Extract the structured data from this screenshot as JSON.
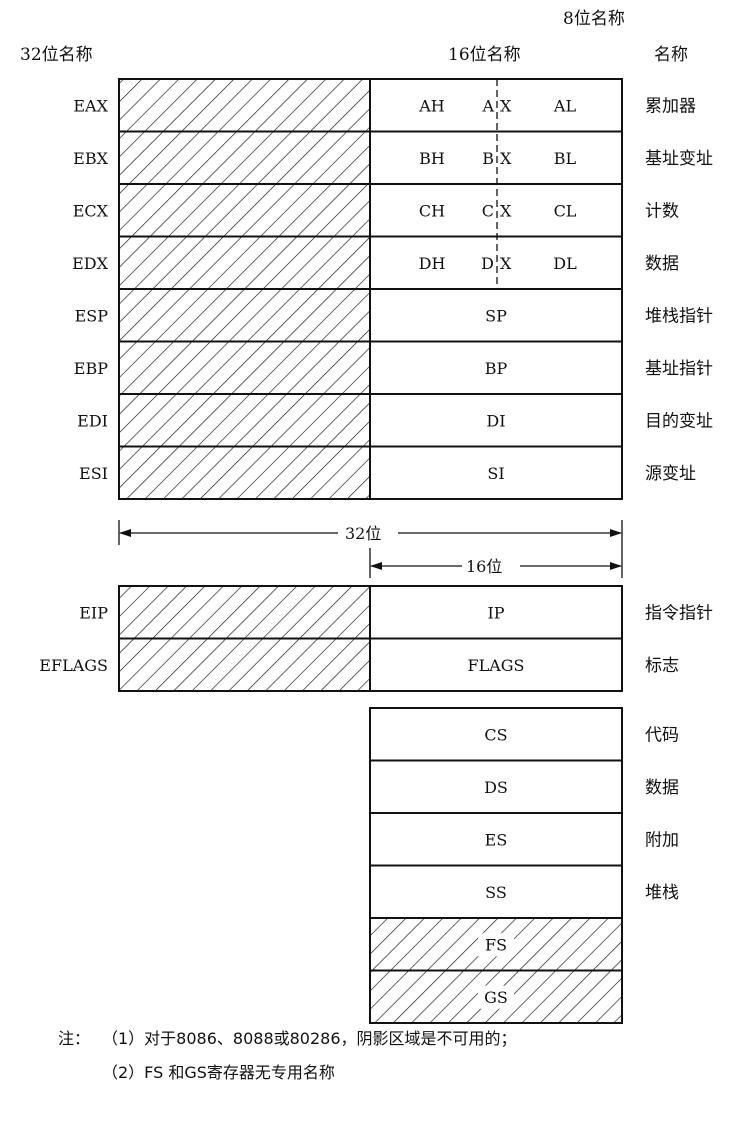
{
  "headers": {
    "name8": "8位名称",
    "name32": "32位名称",
    "name16": "16位名称",
    "name": "名称"
  },
  "general": [
    {
      "name32": "EAX",
      "high": "AH",
      "x16": "A",
      "xs": "X",
      "low": "AL",
      "cn": "累加器"
    },
    {
      "name32": "EBX",
      "high": "BH",
      "x16": "B",
      "xs": "X",
      "low": "BL",
      "cn": "基址变址"
    },
    {
      "name32": "ECX",
      "high": "CH",
      "x16": "C",
      "xs": "X",
      "low": "CL",
      "cn": "计数"
    },
    {
      "name32": "EDX",
      "high": "DH",
      "x16": "D",
      "xs": "X",
      "low": "DL",
      "cn": "数据"
    }
  ],
  "pointer": [
    {
      "name32": "ESP",
      "name16": "SP",
      "cn": "堆栈指针"
    },
    {
      "name32": "EBP",
      "name16": "BP",
      "cn": "基址指针"
    },
    {
      "name32": "EDI",
      "name16": "DI",
      "cn": "目的变址"
    },
    {
      "name32": "ESI",
      "name16": "SI",
      "cn": "源变址"
    }
  ],
  "dims": {
    "w32": "32位",
    "w16": "16位"
  },
  "control": [
    {
      "name32": "EIP",
      "name16": "IP",
      "cn": "指令指针"
    },
    {
      "name32": "EFLAGS",
      "name16": "FLAGS",
      "cn": "标志"
    }
  ],
  "segment": [
    {
      "name16": "CS",
      "cn": "代码",
      "shaded": false
    },
    {
      "name16": "DS",
      "cn": "数据",
      "shaded": false
    },
    {
      "name16": "ES",
      "cn": "附加",
      "shaded": false
    },
    {
      "name16": "SS",
      "cn": "堆栈",
      "shaded": false
    },
    {
      "name16": "FS",
      "cn": "",
      "shaded": true
    },
    {
      "name16": "GS",
      "cn": "",
      "shaded": true
    }
  ],
  "notes": {
    "label": "注：",
    "line1": "（1）对于8086、8088或80286，阴影区域是不可用的；",
    "line2": "（2）FS 和GS寄存器无专用名称"
  }
}
